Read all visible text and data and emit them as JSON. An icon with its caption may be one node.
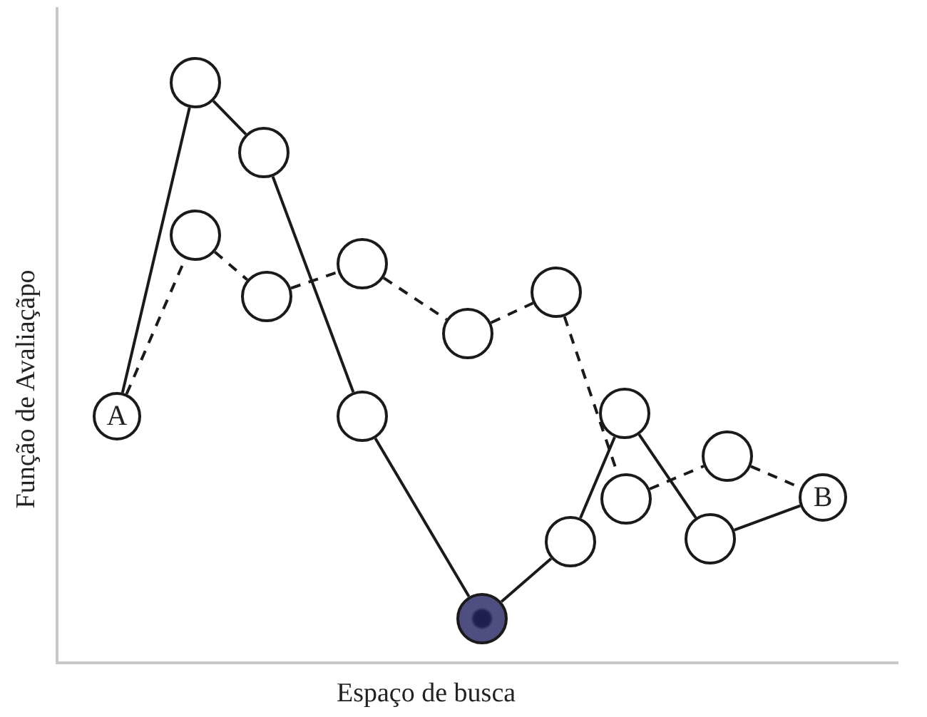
{
  "diagram": {
    "nodes": [
      {
        "text": [
          "A"
        ]
      },
      {
        "text": [],
        "shape": "circle"
      },
      {
        "text": [],
        "shape": "circle"
      },
      {
        "text": [],
        "shape": "circle"
      },
      {
        "text": [],
        "shape": "circle"
      },
      {
        "text": [],
        "shape": "circle"
      },
      {
        "text": [],
        "shape": "circle"
      },
      {
        "text": [],
        "shape": "circle"
      },
      {
        "text": [],
        "shape": "circle"
      },
      {
        "text": [],
        "shape": "circle"
      },
      {
        "text": [],
        "shape": "circle"
      },
      {
        "text": [],
        "shape": "circle"
      },
      {
        "text": [],
        "shape": "circle"
      },
      {
        "text": [],
        "shape": "circle"
      },
      {
        "text": [],
        "shape": "circle"
      },
      {
        "text": [
          "B"
        ]
      }
    ],
    "edges": [
      {
        "from": 0,
        "to": 1,
        "arrow": "none"
      },
      {
        "from": 1,
        "to": 3,
        "arrow": "none"
      },
      {
        "from": 3,
        "to": 6,
        "arrow": "none"
      },
      {
        "from": 6,
        "to": 8,
        "arrow": "none"
      },
      {
        "from": 8,
        "to": 10,
        "arrow": "none"
      },
      {
        "from": 10,
        "to": 11,
        "arrow": "none"
      },
      {
        "from": 11,
        "to": 13,
        "arrow": "none"
      },
      {
        "from": 13,
        "to": 15,
        "arrow": "none"
      },
      {
        "from": 0,
        "to": 2,
        "arrow": "none",
        "style": "dashed"
      },
      {
        "from": 2,
        "to": 4,
        "arrow": "none",
        "style": "dashed"
      },
      {
        "from": 4,
        "to": 5,
        "arrow": "none",
        "style": "dashed"
      },
      {
        "from": 5,
        "to": 7,
        "arrow": "none",
        "style": "dashed"
      },
      {
        "from": 7,
        "to": 9,
        "arrow": "none",
        "style": "dashed"
      },
      {
        "from": 9,
        "to": 12,
        "arrow": "none",
        "style": "dashed"
      },
      {
        "from": 12,
        "to": 14,
        "arrow": "none",
        "style": "dashed"
      },
      {
        "from": 14,
        "to": 15,
        "arrow": "none",
        "style": "dashed"
      }
    ],
    "labels": [
      "Função de Avaliaçãpo",
      "Espaço de busca"
    ]
  }
}
